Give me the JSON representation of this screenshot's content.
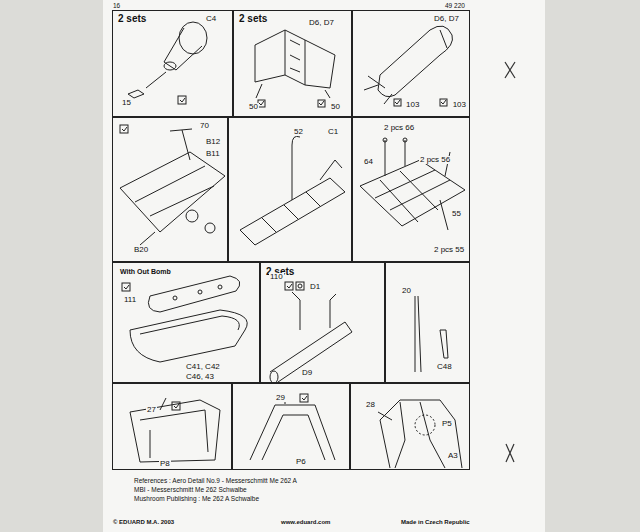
{
  "diagram": {
    "nodes": [
      {
        "text": [
          "2 sets",
          "C4",
          "15"
        ]
      },
      {
        "text": [
          "2 sets",
          "D6, D7",
          "50",
          "50"
        ]
      },
      {
        "text": [
          "D6, D7",
          "103",
          "103"
        ]
      },
      {
        "text": [
          "70",
          "B12",
          "B11",
          "B20"
        ]
      },
      {
        "text": [
          "52",
          "C1"
        ]
      },
      {
        "text": [
          "2 pcs 66",
          "64",
          "2 pcs 56",
          "55",
          "2 pcs 55"
        ]
      },
      {
        "text": [
          "With Out Bomb",
          "111",
          "C41, C42",
          "C46, 43"
        ]
      },
      {
        "text": [
          "2 sets",
          "110",
          "D1",
          "D9"
        ]
      },
      {
        "text": [
          "20",
          "C48"
        ]
      },
      {
        "text": [
          "27",
          "P8"
        ]
      },
      {
        "text": [
          "29",
          "P6"
        ]
      },
      {
        "text": [
          "28",
          "P5",
          "A3"
        ]
      }
    ],
    "labels": [
      "16",
      "49 220",
      "References : Aero Detail No.9 - Messerschmitt Me 262 A",
      "MBI - Messerschmitt Me 262 Schwalbe",
      "Mushroom Publishing : Me 262 A Schwalbe",
      "© EDUARD M.A. 2003",
      "www.eduard.com",
      "Made in Czech Republic"
    ]
  }
}
